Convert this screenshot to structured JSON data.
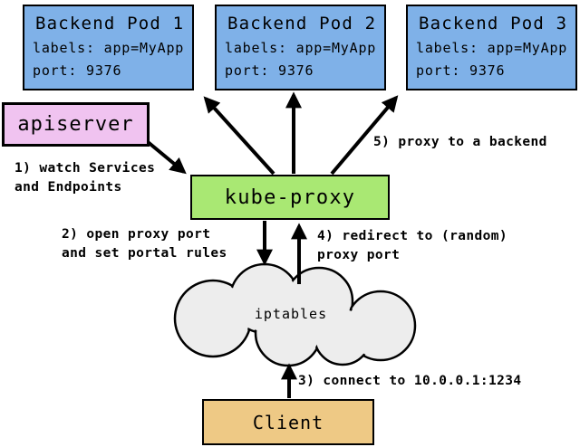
{
  "pods": [
    {
      "title": "Backend Pod 1",
      "line1": "labels: app=MyApp",
      "line2": "port: 9376"
    },
    {
      "title": "Backend Pod 2",
      "line1": "labels: app=MyApp",
      "line2": "port: 9376"
    },
    {
      "title": "Backend Pod 3",
      "line1": "labels: app=MyApp",
      "line2": "port: 9376"
    }
  ],
  "nodes": {
    "apiserver": "apiserver",
    "kube_proxy": "kube-proxy",
    "iptables": "iptables",
    "client": "Client"
  },
  "steps": {
    "s1": "1) watch Services\nand Endpoints",
    "s2": "2) open proxy port\nand set portal rules",
    "s3": "3) connect to 10.0.0.1:1234",
    "s4": "4) redirect to (random)\nproxy port",
    "s5": "5) proxy to a backend"
  },
  "colors": {
    "pod": "#7fb1e8",
    "apiserver": "#f0c3f0",
    "kube_proxy": "#a9e873",
    "cloud": "#ededed",
    "client": "#eec985",
    "outline": "#000000",
    "background": "#ffffff"
  }
}
